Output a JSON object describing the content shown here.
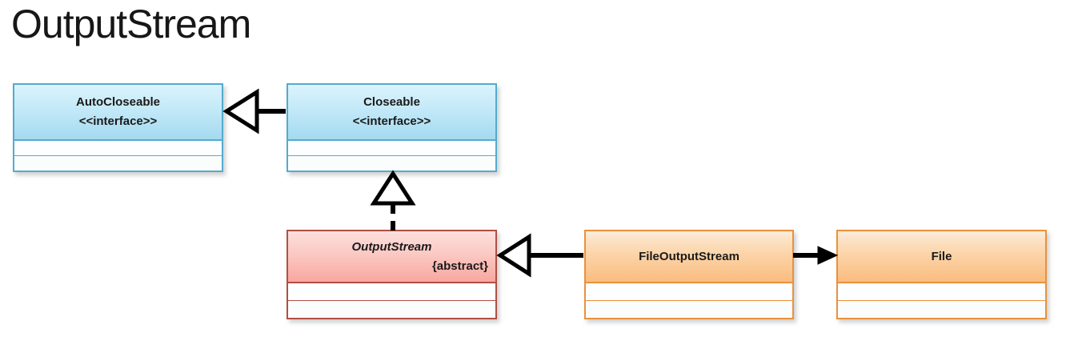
{
  "title": "OutputStream",
  "diagram": {
    "classes": [
      {
        "id": "autocloseable",
        "name": "AutoCloseable",
        "stereotype": "<<interface>>",
        "variant": "blue"
      },
      {
        "id": "closeable",
        "name": "Closeable",
        "stereotype": "<<interface>>",
        "variant": "blue"
      },
      {
        "id": "outputstream",
        "name": "OutputStream",
        "modifier": "{abstract}",
        "variant": "pink"
      },
      {
        "id": "fileoutputstream",
        "name": "FileOutputStream",
        "variant": "orange"
      },
      {
        "id": "file",
        "name": "File",
        "variant": "orange"
      }
    ],
    "relationships": [
      {
        "from": "Closeable",
        "to": "AutoCloseable",
        "type": "generalization",
        "line": "solid",
        "head": "hollow-triangle"
      },
      {
        "from": "OutputStream",
        "to": "Closeable",
        "type": "realization",
        "line": "dashed",
        "head": "hollow-triangle"
      },
      {
        "from": "FileOutputStream",
        "to": "OutputStream",
        "type": "generalization",
        "line": "solid",
        "head": "hollow-triangle"
      },
      {
        "from": "FileOutputStream",
        "to": "File",
        "type": "association",
        "line": "solid",
        "head": "filled-arrow"
      }
    ],
    "colors": {
      "interface_header_top": "#dcf3fc",
      "interface_header_bottom": "#a4daf0",
      "interface_border": "#54abcd",
      "abstract_header_top": "#fcdfdc",
      "abstract_header_bottom": "#f8a79f",
      "abstract_border": "#b04f45",
      "class_header_top": "#fdebd8",
      "class_header_bottom": "#fabc80",
      "class_border": "#e8923c",
      "connector": "#000000",
      "text": "#1a1a1a"
    }
  }
}
